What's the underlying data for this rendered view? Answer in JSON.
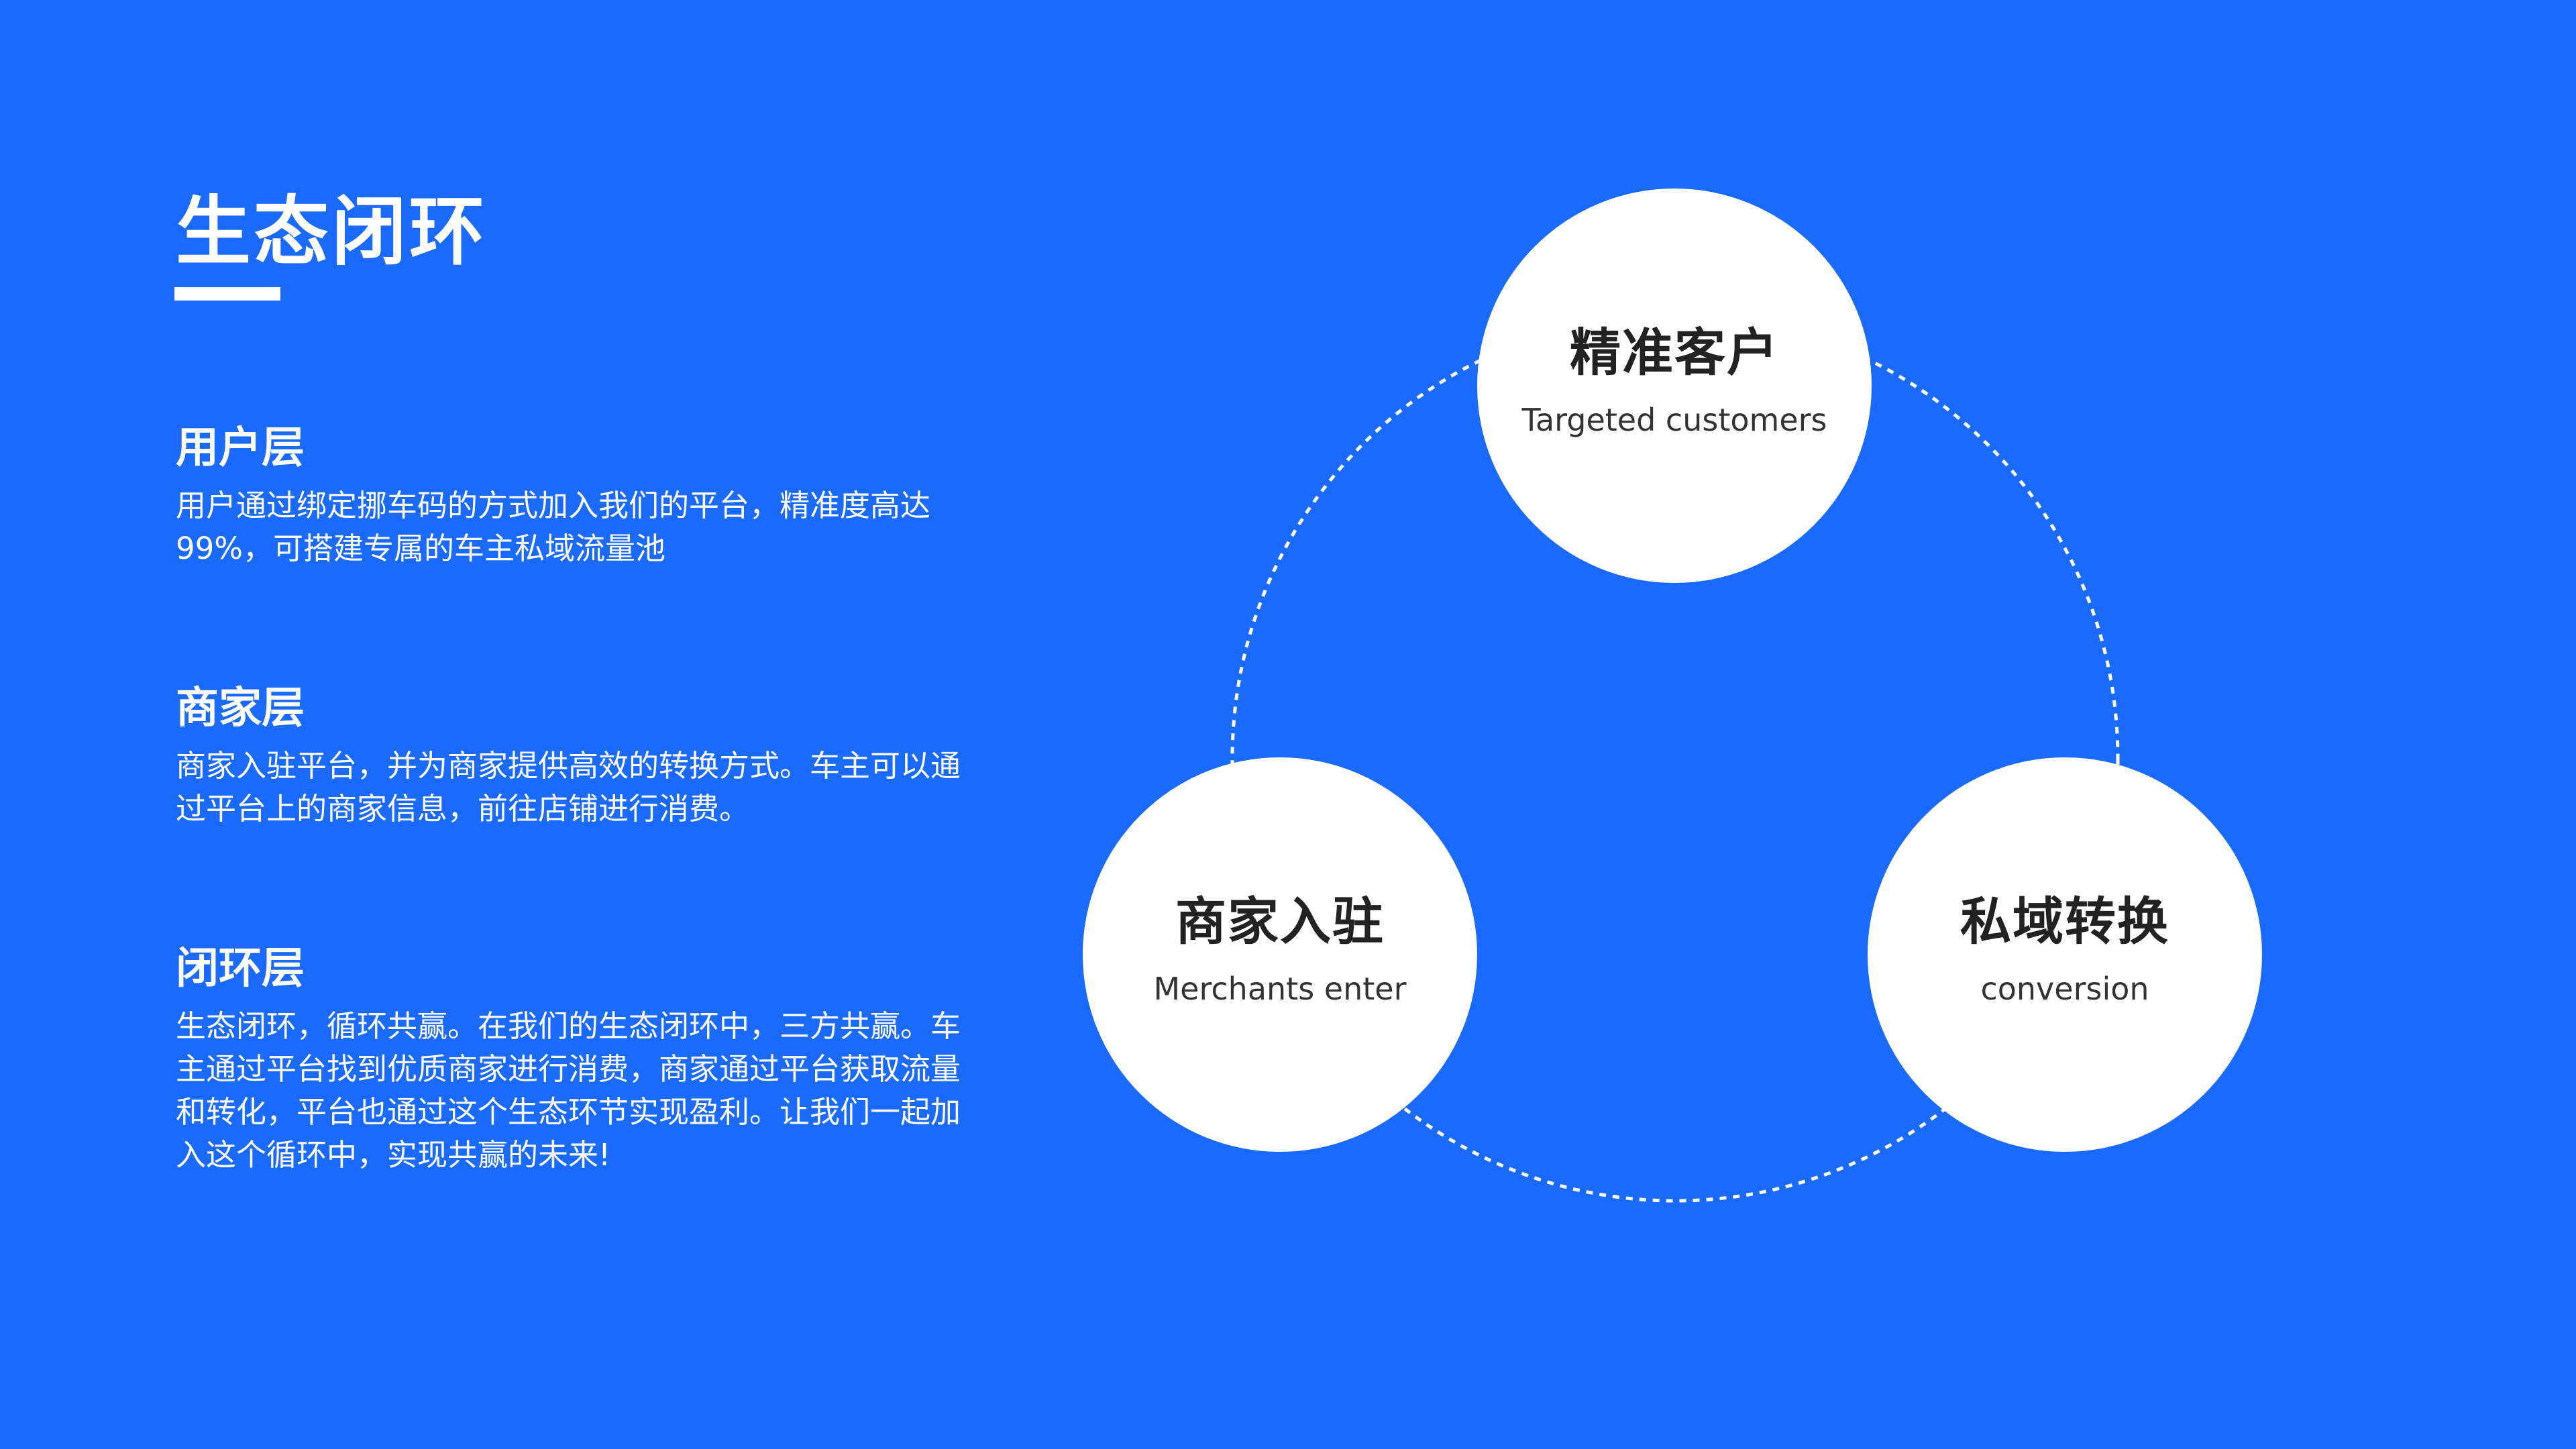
{
  "title": "生态闭环",
  "sections": [
    {
      "heading": "用户层",
      "body": "用户通过绑定挪车码的方式加入我们的平台，精准度高达99%，可搭建专属的车主私域流量池"
    },
    {
      "heading": "商家层",
      "body": "商家入驻平台，并为商家提供高效的转换方式。车主可以通过平台上的商家信息，前往店铺进行消费。"
    },
    {
      "heading": "闭环层",
      "body": "生态闭环，循环共赢。在我们的生态闭环中，三方共赢。车主通过平台找到优质商家进行消费，商家通过平台获取流量和转化，平台也通过这个生态环节实现盈利。让我们一起加入这个循环中，实现共赢的未来!"
    }
  ],
  "cycle": [
    {
      "cn": "精准客户",
      "en": "Targeted customers"
    },
    {
      "cn": "商家入驻",
      "en": "Merchants enter"
    },
    {
      "cn": "私域转换",
      "en": "conversion"
    }
  ],
  "colors": {
    "background": "#1b6aff",
    "node": "#ffffff",
    "node_text": "#222222"
  }
}
